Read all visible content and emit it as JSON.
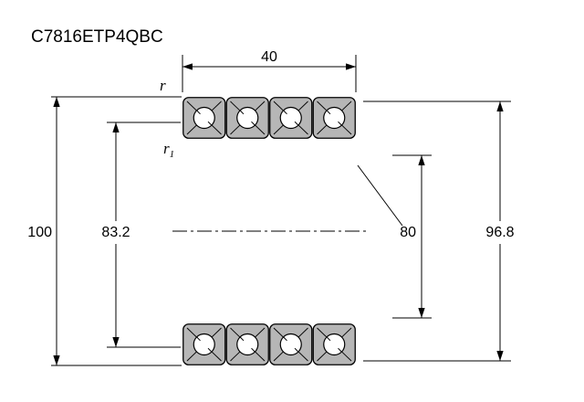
{
  "title": "C7816ETP4QBC",
  "dimensions": {
    "outer_width": "40",
    "outer_diameter": "100",
    "inner_land_diameter": "83.2",
    "bore_diameter": "80",
    "outer_land_diameter": "96.8"
  },
  "labels": {
    "outer_chamfer": "r",
    "inner_chamfer_base": "r",
    "inner_chamfer_sub": "1"
  },
  "colors": {
    "ring_fill": "#b6b6b6",
    "line_color": "#000000"
  }
}
